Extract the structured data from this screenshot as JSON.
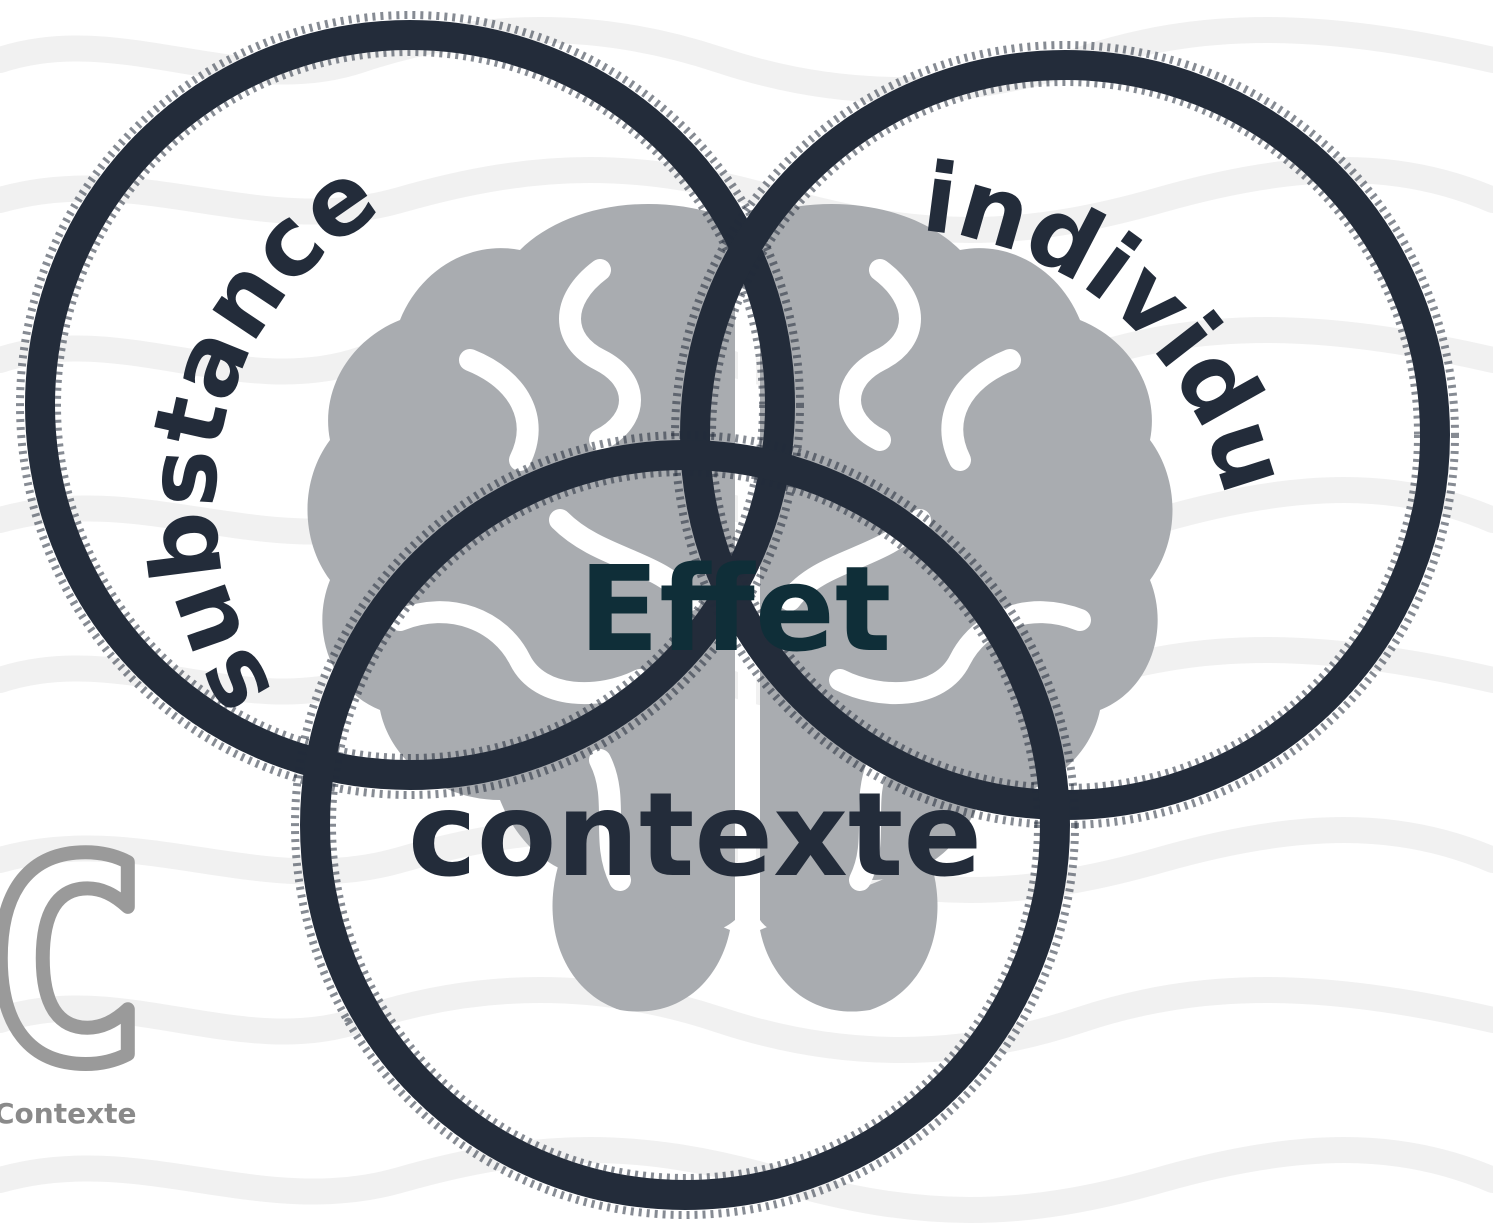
{
  "diagram": {
    "center_label": "Effet",
    "circles": [
      {
        "label": "substance"
      },
      {
        "label": "individu"
      },
      {
        "label": "contexte"
      }
    ]
  },
  "corner": {
    "big_letter": "C",
    "caption": "Contexte"
  },
  "colors": {
    "ring": "#232c3a",
    "brain": "#a9acb0",
    "center_text": "#0f2e38",
    "background_waves": "#f2f2f2",
    "corner_gray": "#9a9a9a"
  }
}
